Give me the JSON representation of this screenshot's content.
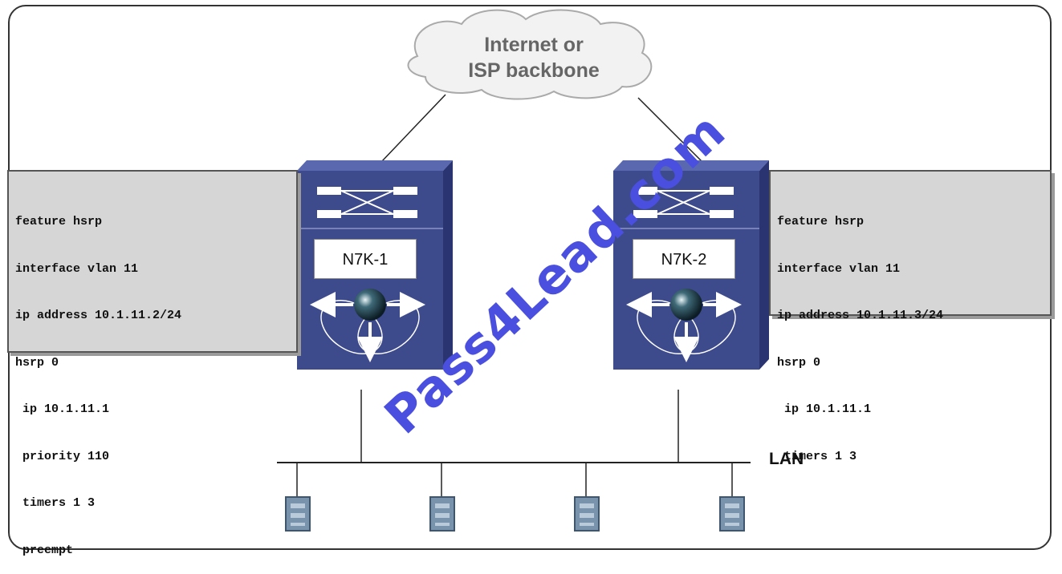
{
  "cloud": {
    "line1": "Internet or",
    "line2": "ISP backbone"
  },
  "switch_left": {
    "label": "N7K-1"
  },
  "switch_right": {
    "label": "N7K-2"
  },
  "config_left": [
    "feature hsrp",
    "interface vlan 11",
    "ip address 10.1.11.2/24",
    "hsrp 0",
    " ip 10.1.11.1",
    " priority 110",
    " timers 1 3",
    " preempt"
  ],
  "config_right": [
    "feature hsrp",
    "interface vlan 11",
    "ip address 10.1.11.3/24",
    "hsrp 0",
    " ip 10.1.11.1",
    " timers 1 3"
  ],
  "lan_label": "LAN",
  "watermark": "Pass4Lead.com",
  "colors": {
    "switch_front": "#3d4a8c",
    "switch_top": "#5a68b0",
    "switch_side": "#2a3470",
    "watermark": "#4a4fe0",
    "host": "#7a93ad"
  }
}
